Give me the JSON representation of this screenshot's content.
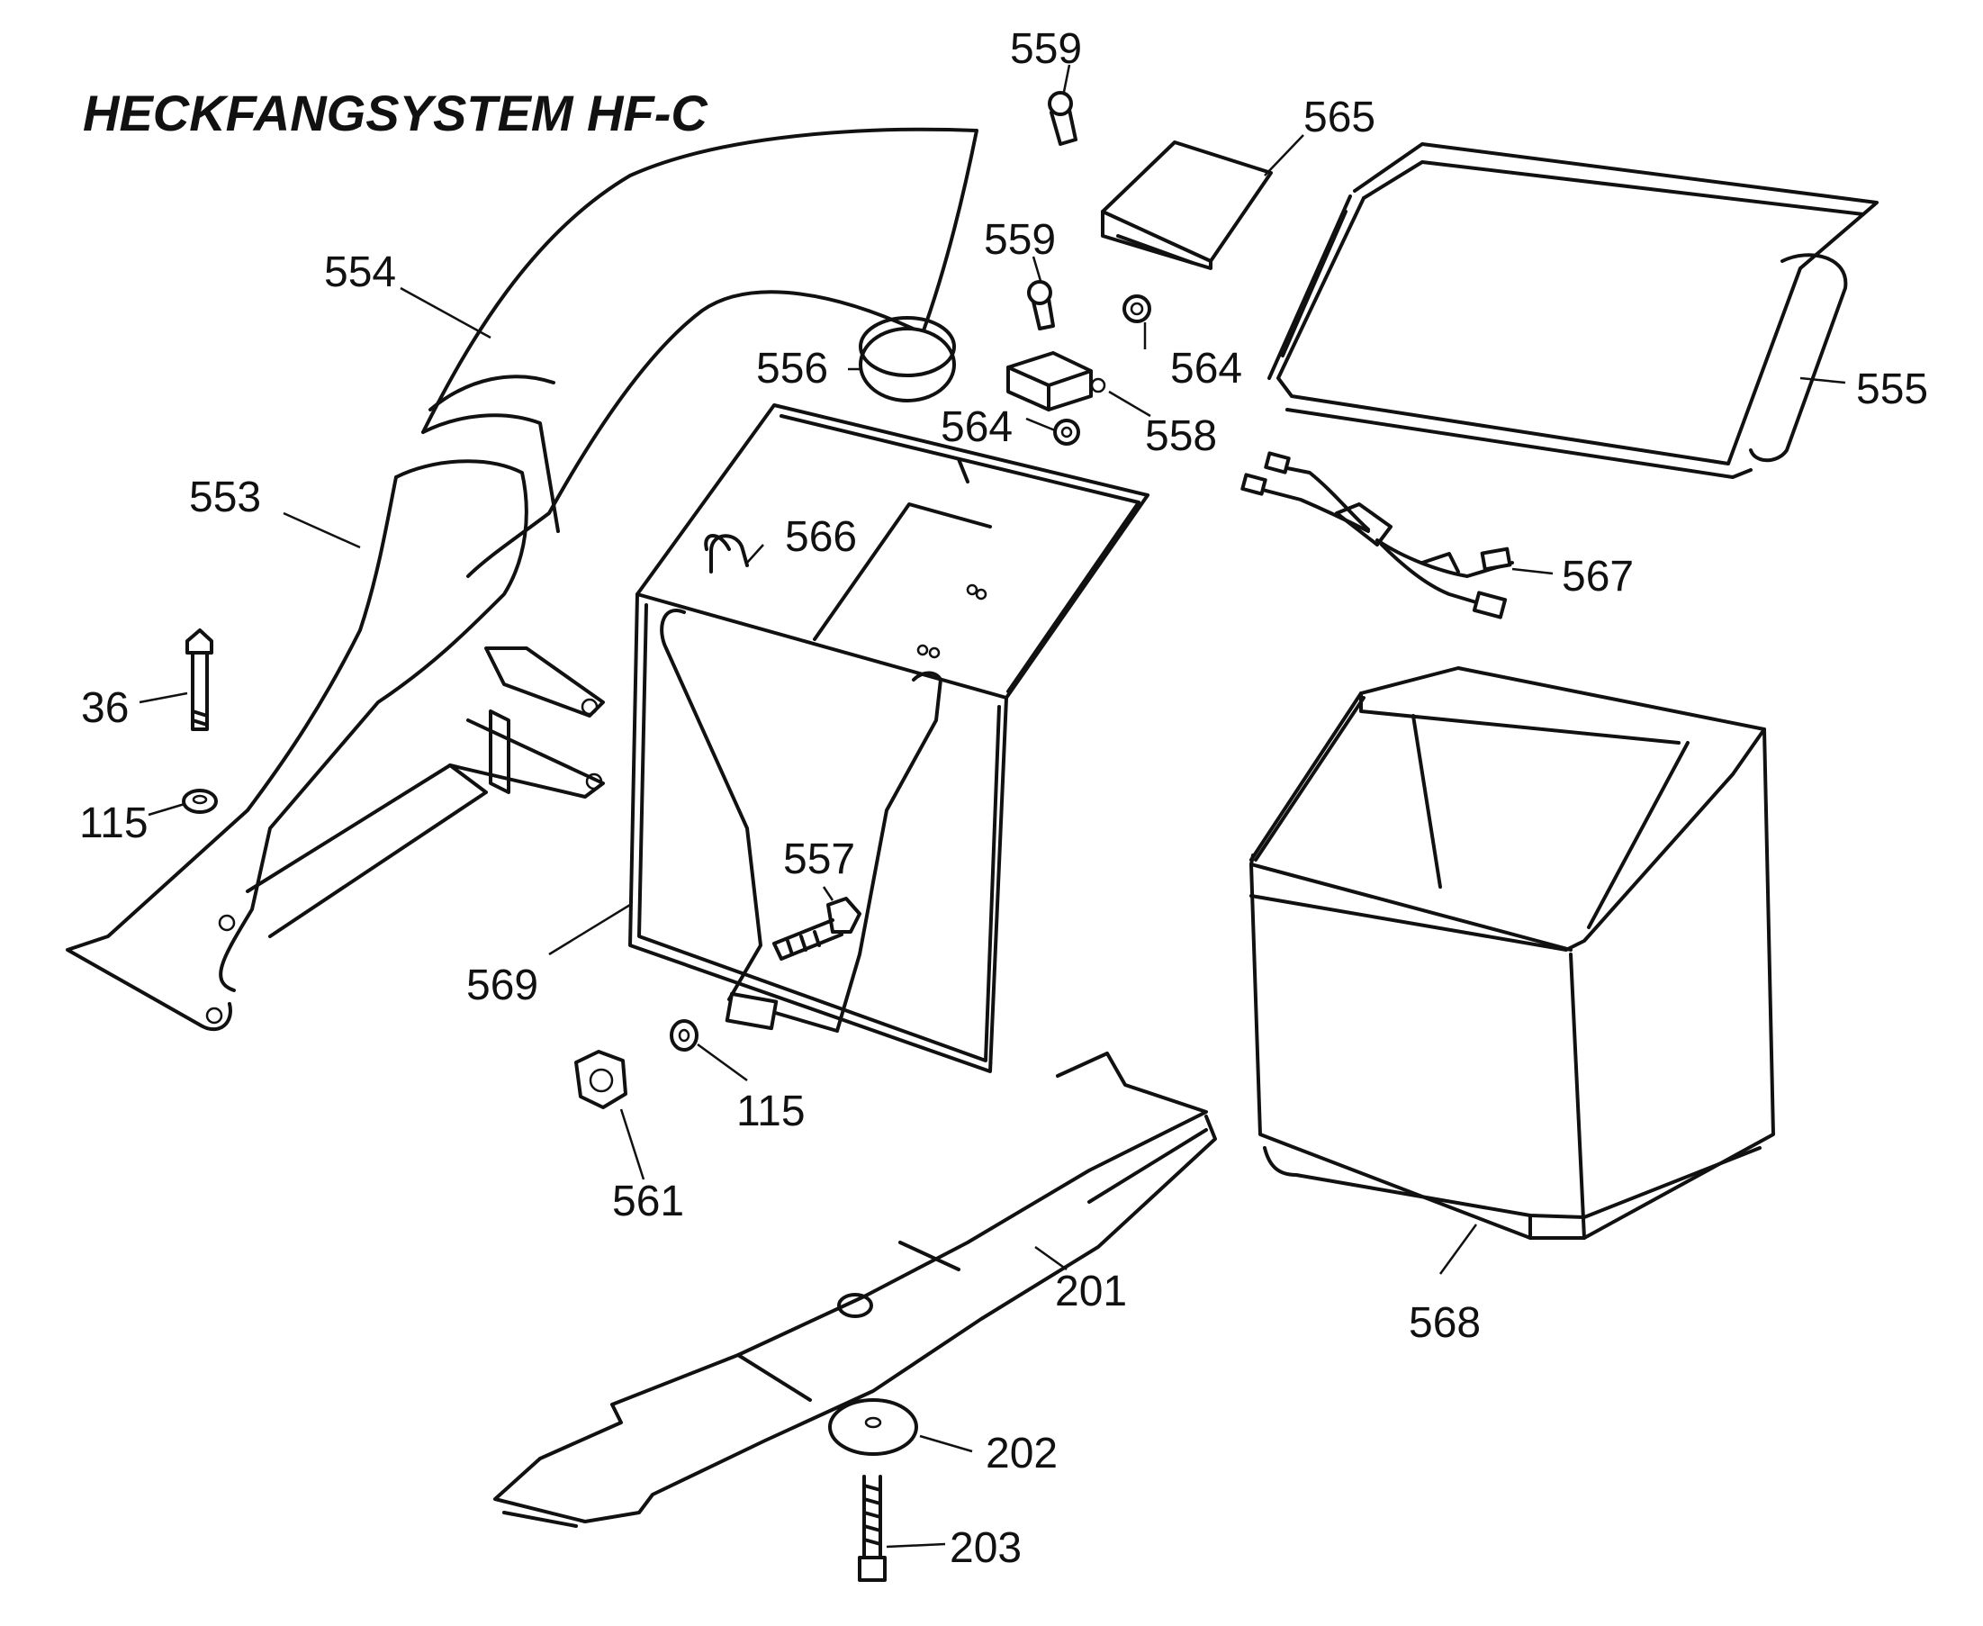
{
  "title": "HECKFANGSYSTEM HF-C",
  "parts": {
    "p559a": "559",
    "p565": "565",
    "p559b": "559",
    "p554": "554",
    "p556": "556",
    "p564a": "564",
    "p564b": "564",
    "p555": "555",
    "p558": "558",
    "p553": "553",
    "p566": "566",
    "p567": "567",
    "p36": "36",
    "p115a": "115",
    "p557": "557",
    "p569": "569",
    "p115b": "115",
    "p561": "561",
    "p201": "201",
    "p568": "568",
    "p202": "202",
    "p203": "203"
  }
}
